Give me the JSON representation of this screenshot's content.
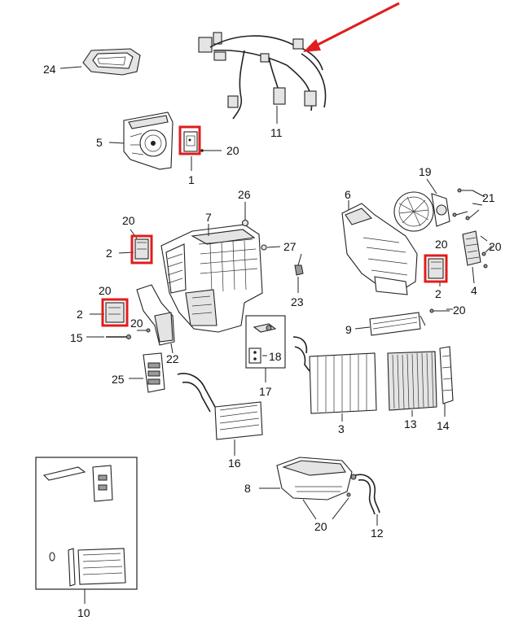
{
  "colors": {
    "highlight": "#e01c1c",
    "arrow": "#e01c1c",
    "line": "#222222"
  },
  "labels": {
    "l1": "1",
    "l2a": "2",
    "l2b": "2",
    "l2c": "2",
    "l3": "3",
    "l4": "4",
    "l5": "5",
    "l6": "6",
    "l7": "7",
    "l8": "8",
    "l9": "9",
    "l10": "10",
    "l11": "11",
    "l12": "12",
    "l13": "13",
    "l14": "14",
    "l15": "15",
    "l16": "16",
    "l17": "17",
    "l18": "18",
    "l19": "19",
    "l20a": "20",
    "l20b": "20",
    "l20c": "20",
    "l20d": "20",
    "l20e": "20",
    "l20f": "20",
    "l20g": "20",
    "l20h": "20",
    "l21": "21",
    "l22": "22",
    "l23": "23",
    "l24": "24",
    "l25": "25",
    "l26": "26",
    "l27": "27"
  }
}
